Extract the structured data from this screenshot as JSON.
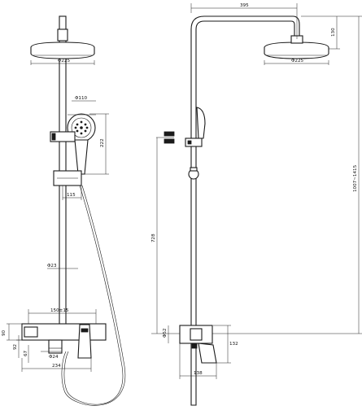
{
  "front_view": {
    "head_diameter": "Φ225",
    "hand_shower_diameter": "Φ110",
    "hand_shower_height": "222",
    "hand_shower_offset": "115",
    "pipe_diameter": "Φ23",
    "inlet_spacing": "150±15",
    "mixer_height": "90",
    "mixer_offset_a": "92",
    "mixer_offset_b": "67",
    "spout_diameter": "Φ24",
    "mixer_width": "234"
  },
  "side_view": {
    "arm_length": "395",
    "head_drop": "130",
    "head_diameter": "Φ225",
    "total_height": "1007~1415",
    "bracket_distance": "728",
    "inlet_diameter": "Φ52",
    "mixer_depth": "132",
    "mixer_width": "138"
  }
}
